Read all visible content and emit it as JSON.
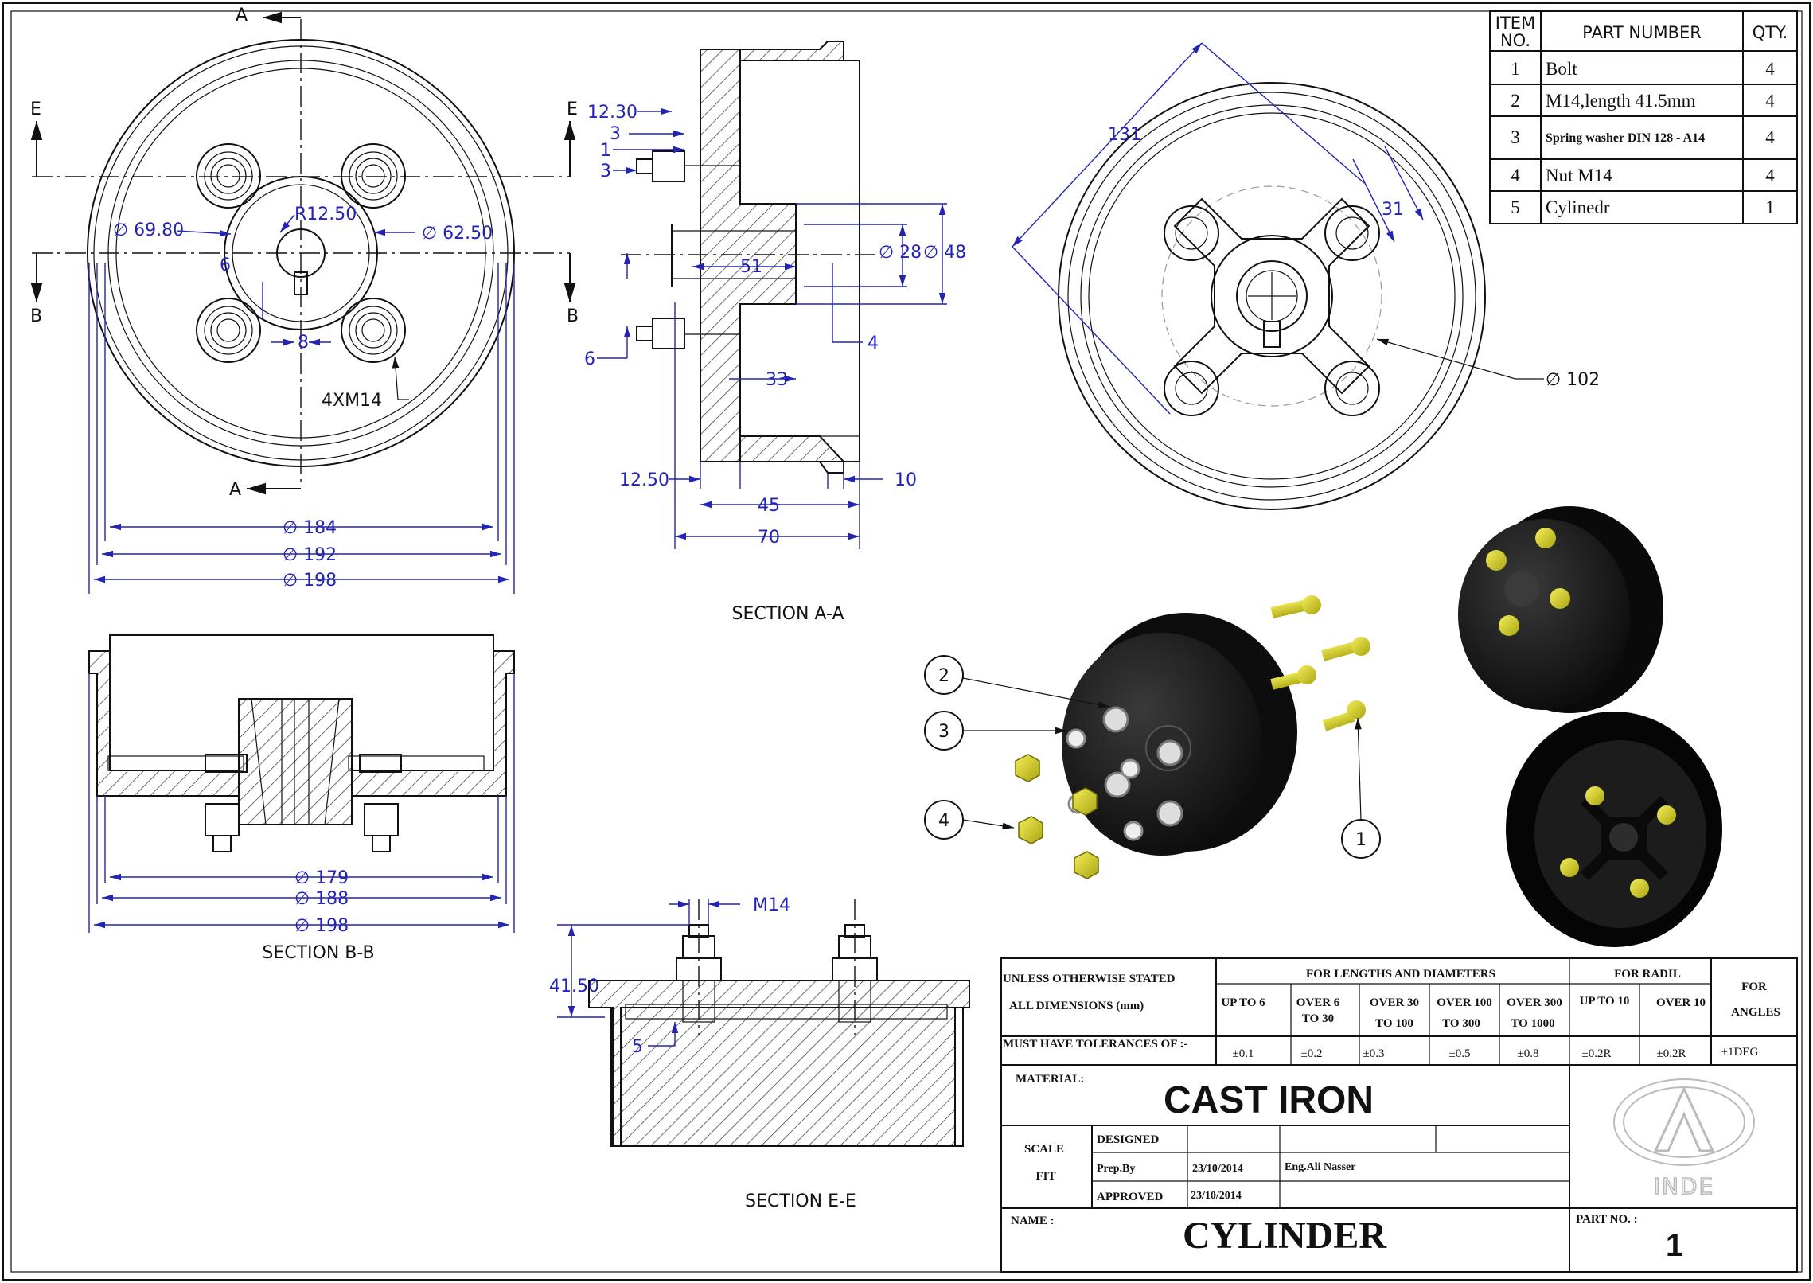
{
  "bom": {
    "headers": {
      "item": "ITEM NO.",
      "part": "PART NUMBER",
      "qty": "QTY."
    },
    "rows": [
      {
        "item": "1",
        "part": "Bolt",
        "qty": "4"
      },
      {
        "item": "2",
        "part": "M14,length 41.5mm",
        "qty": "4"
      },
      {
        "item": "3",
        "part": "Spring washer DIN 128 - A14",
        "qty": "4"
      },
      {
        "item": "4",
        "part": "Nut M14",
        "qty": "4"
      },
      {
        "item": "5",
        "part": "Cylinedr",
        "qty": "1"
      }
    ]
  },
  "section_marks": {
    "a": "A",
    "b": "B",
    "e": "E"
  },
  "views": {
    "front": {
      "dims": {
        "d69_80": "∅ 69.80",
        "r12_50": "R12.50",
        "d62_50": "∅ 62.50",
        "six": "6",
        "eight": "8",
        "holes": "4XM14",
        "d184": "∅ 184",
        "d192": "∅ 192",
        "d198": "∅ 198"
      }
    },
    "section_aa": {
      "title": "SECTION A-A",
      "dims": {
        "d12_30": "12.30",
        "d3a": "3",
        "d1": "1",
        "d3b": "3",
        "d51": "51",
        "d28": "∅ 28",
        "d48": "∅ 48",
        "d6": "6",
        "d4": "4",
        "d33": "33",
        "d12_50": "12.50",
        "d10": "10",
        "d45": "45",
        "d70": "70"
      }
    },
    "right": {
      "dims": {
        "d131": "131",
        "d31": "31",
        "d102": "∅ 102"
      }
    },
    "section_bb": {
      "title": "SECTION B-B",
      "dims": {
        "d179": "∅ 179",
        "d188": "∅ 188",
        "d198": "∅ 198"
      }
    },
    "section_ee": {
      "title": "SECTION E-E",
      "dims": {
        "m14": "M14",
        "d41_50": "41.50",
        "d5": "5"
      }
    }
  },
  "balloons": [
    "1",
    "2",
    "3",
    "4"
  ],
  "tolerances": {
    "left": [
      "UNLESS OTHERWISE STATED",
      "ALL  DIMENSIONS (mm)",
      "MUST HAVE TOLERANCES OF :-"
    ],
    "lengths_header": "FOR LENGTHS AND DIAMETERS",
    "radii_header": "FOR RADIL",
    "angles_header": [
      "FOR",
      "ANGLES"
    ],
    "columns": [
      {
        "head": [
          "UP TO 6",
          ""
        ],
        "value": "±0.1"
      },
      {
        "head": [
          "OVER 6",
          "TO 30"
        ],
        "value": "±0.2"
      },
      {
        "head": [
          "OVER 30",
          "TO 100"
        ],
        "value": "±0.3"
      },
      {
        "head": [
          "OVER 100",
          "TO 300"
        ],
        "value": "±0.5"
      },
      {
        "head": [
          "OVER 300",
          "TO 1000"
        ],
        "value": "±0.8"
      },
      {
        "head": [
          "UP TO 10",
          ""
        ],
        "value": "±0.2R"
      },
      {
        "head": [
          "OVER 10",
          ""
        ],
        "value": "±0.2R"
      }
    ],
    "angle_value": "±1DEG"
  },
  "title_block": {
    "material_label": "MATERIAL:",
    "material": "CAST IRON",
    "scale_label": "SCALE",
    "scale_value": "FIT",
    "designed": "DESIGNED",
    "prep_by": "Prep.By",
    "prep_date": "23/10/2014",
    "prep_name": "Eng.Ali Nasser",
    "approved": "APPROVED",
    "approved_date": "23/10/2014",
    "name_label": "NAME :",
    "name": "CYLINDER",
    "part_no_label": "PART NO. :",
    "part_no": "1",
    "logo_text": "INDE"
  },
  "colors": {
    "dimension": "#2323b4",
    "bolt": "#d6d21e",
    "body": "#151515"
  }
}
